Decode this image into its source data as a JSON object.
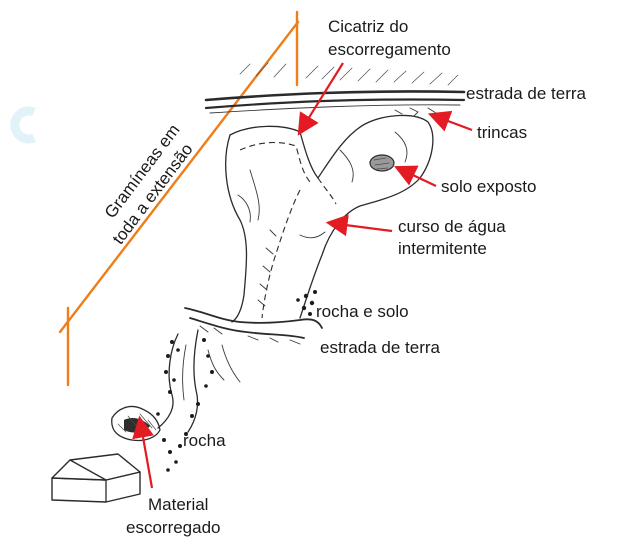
{
  "labels": {
    "cicatriz": [
      "Cicatriz do",
      "escorregamento"
    ],
    "estrada_top": "estrada de terra",
    "trincas": "trincas",
    "solo_exposto": "solo exposto",
    "curso_agua": [
      "curso de água",
      "intermitente"
    ],
    "rocha_solo": "rocha e solo",
    "estrada_bottom": "estrada de terra",
    "rocha": "rocha",
    "material": [
      "Material",
      "escorregado"
    ],
    "gramineas": [
      "Gramíneas em",
      "toda a extensão"
    ]
  },
  "colors": {
    "arrow": "#e31b23",
    "vegetation_line": "#ef7d1a",
    "ink": "#2b2b2b",
    "background": "#ffffff"
  }
}
